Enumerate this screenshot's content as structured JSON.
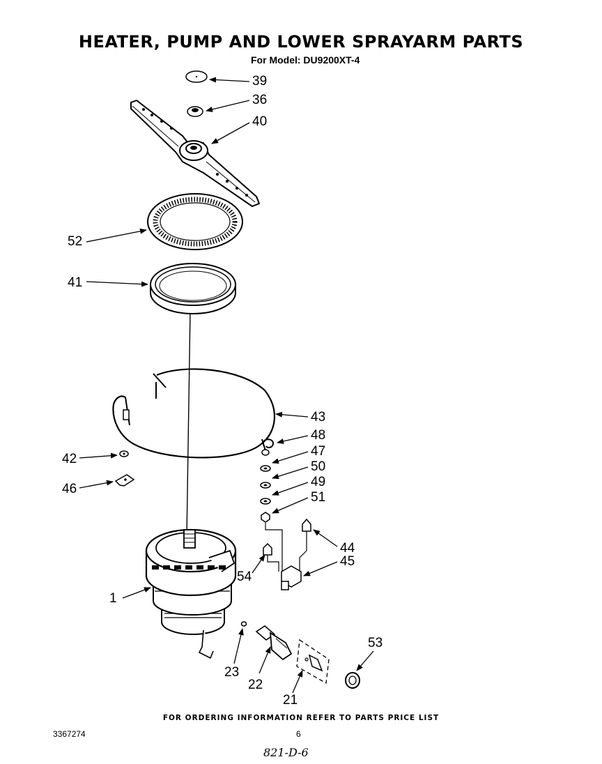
{
  "header": {
    "title": "HEATER, PUMP AND LOWER SPRAYARM PARTS",
    "model": "For Model: DU9200XT-4"
  },
  "callouts": [
    {
      "id": "39",
      "label": "39"
    },
    {
      "id": "36",
      "label": "36"
    },
    {
      "id": "40",
      "label": "40"
    },
    {
      "id": "52",
      "label": "52"
    },
    {
      "id": "41",
      "label": "41"
    },
    {
      "id": "43",
      "label": "43"
    },
    {
      "id": "48",
      "label": "48"
    },
    {
      "id": "47",
      "label": "47"
    },
    {
      "id": "50",
      "label": "50"
    },
    {
      "id": "49",
      "label": "49"
    },
    {
      "id": "51",
      "label": "51"
    },
    {
      "id": "42",
      "label": "42"
    },
    {
      "id": "46",
      "label": "46"
    },
    {
      "id": "44",
      "label": "44"
    },
    {
      "id": "45",
      "label": "45"
    },
    {
      "id": "54",
      "label": "54"
    },
    {
      "id": "1",
      "label": "1"
    },
    {
      "id": "23",
      "label": "23"
    },
    {
      "id": "22",
      "label": "22"
    },
    {
      "id": "21",
      "label": "21"
    },
    {
      "id": "53",
      "label": "53"
    }
  ],
  "footer": {
    "note": "FOR ORDERING INFORMATION REFER TO PARTS PRICE LIST",
    "doc_number": "3367274",
    "page_number": "6",
    "handwritten": "821-D-6"
  }
}
